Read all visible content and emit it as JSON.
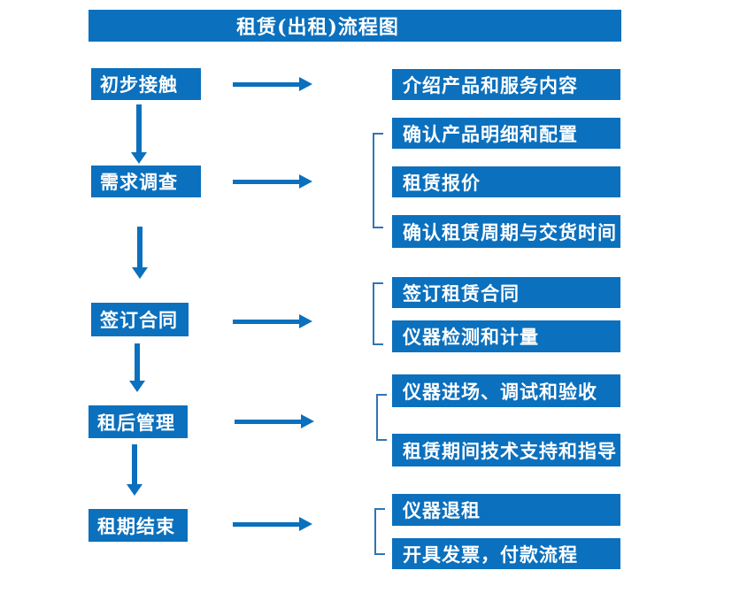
{
  "title": "租赁(出租)流程图",
  "colors": {
    "primary": "#0b70bd",
    "bracket": "#2e75b6",
    "text": "#ffffff",
    "background": "#ffffff"
  },
  "icons": {
    "right_arrow": "arrow-right",
    "down_arrow": "arrow-down",
    "group_bracket": "left-square-bracket"
  },
  "steps": [
    {
      "label": "初步接触",
      "details": [
        "介绍产品和服务内容"
      ]
    },
    {
      "label": "需求调查",
      "details": [
        "确认产品明细和配置",
        "租赁报价",
        "确认租赁周期与交货时间"
      ]
    },
    {
      "label": "签订合同",
      "details": [
        "签订租赁合同",
        "仪器检测和计量"
      ]
    },
    {
      "label": "租后管理",
      "details": [
        "仪器进场、调试和验收",
        "租赁期间技术支持和指导"
      ]
    },
    {
      "label": "租期结束",
      "details": [
        "仪器退租",
        "开具发票，付款流程"
      ]
    }
  ]
}
